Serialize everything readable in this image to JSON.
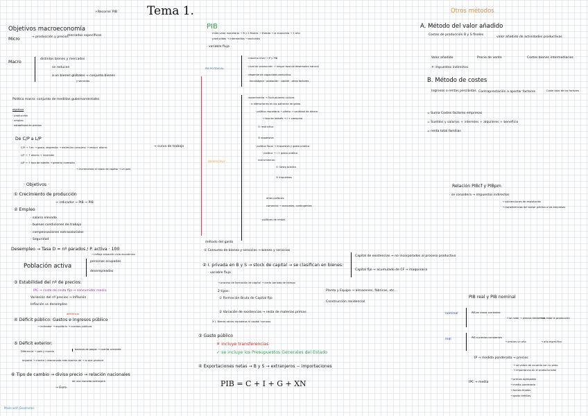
{
  "page": {
    "title": "Tema 1.",
    "top_note": "+Recorrer PIB",
    "footer": "Made with Goodnotes"
  },
  "left": {
    "heading": "Objetivos macroeconomía",
    "micro": "Micro",
    "micro_items": [
      "→ producción y precios",
      "mercados específicos"
    ],
    "macro": "Macro",
    "macro_items": [
      "distintos bienes y mercados",
      "se reducen",
      "a un bienes globales → conjunto bienes",
      "y servicios"
    ],
    "policy": "Política macro: conjunto de medidas gubernamentales",
    "objectives_label": "objetivos",
    "objectives": [
      "· producción",
      "· empleo",
      "· estabilidad de precios"
    ],
    "cp_lp": "De C/P a L/P",
    "cp_lines": [
      "C/P → ↑en → gasto, depresión → estimular consumo → reducir ahorro",
      "L/P → ↑ ahorro + inversión",
      "L/P → ↑ tipo de interés → generar inversión",
      "→ incrementar el stock de capital → un país"
    ],
    "cp_right": "→ curva de trabajo",
    "obj_heading": "· Objetivos ·",
    "obj1": "① Crecimiento de producción",
    "obj1_sub": "→ indicador → PIB → PIB",
    "obj2": "② Empleo",
    "obj2_items": [
      "· salario elevado",
      "· buenas condiciones de trabajo",
      "· compensaciones extrasalariales",
      "· Seguridad"
    ],
    "desempleo": "Desempleo → Tasa D = nº parados / P. activa · 100",
    "desempleo_note": "→ refleja situación ciclo económico",
    "poblacion": "Población activa",
    "poblacion_items": [
      "personas ocupadas",
      "desempleadas"
    ],
    "obj3": "③ Estabilidad del nº de precios:",
    "ipc": "IPC → coste de cesta fija → consumidor medio",
    "variacion": "Variación del nº precios → Inflación",
    "inflacion": "Inflación vs desempleo",
    "obj4": "④ Déficit público: Gastos e Ingresos público",
    "obj4_note": "diferencia",
    "obj4_sub": "→ indicador → equilibrio → cuentas públicas",
    "obj5": "⑤ Déficit exterior:",
    "obj5_sub": "Diferencia → país y mundo",
    "obj5_box": "balanza de pagos → cuenta corriente",
    "obj5_line": "Importa → cuenta / relacionada más reserva de → lo que produce",
    "obj6": "⑥ Tipo de cambio → divisa precio → relación nacionales",
    "obj6_sub": "de una moneda extranjera",
    "obj6_euro": "→ Euro."
  },
  "middle": {
    "heading": "PIB",
    "intro": [
      "· mide valor monetario → B y S finales → Estado → la economía → 1 año",
      "· producidas → intermedios → excluidos",
      "· variable flujo"
    ],
    "potencial": "PIB POTENCIAL",
    "potencial_items": [
      "· máximo nivel → P y PIB",
      "· nivel de producción → mayor tasa de desempleo natural",
      "· depende de capacidad productiva",
      "tecnológica · población · capital · otros factores"
    ],
    "efectivo": "PIB EFECTIVO",
    "efectivo_items": [
      "· experimenta → fluctuaciones cíclicas",
      "· a alteraciones en los patrones de gasto",
      "· política monetaria → oferta → cantidad de dinero",
      "→ tipo de interés → I + consumo",
      "① restrictiva",
      "② expansiva",
      "· política fiscal → impuestos y gasto público",
      "· política → I + gasto público",
      "instrumentos:",
      "① Gasto público",
      "② Impuestos",
      "otras políticas:",
      "comercial → aranceles, contingentes",
      "· políticas de rentas"
    ],
    "gasto_heading": "método del gasto",
    "gasto_items": [
      "① Consumo de bienes y servicios → bienes y servicios",
      "② I. privada en B y S → stock de capital → se clasifican en bienes:",
      "· variable flujo",
      "→ proceso de formación de capital → cierto periodo de tiempo",
      "2 tipos:",
      "① Formación Bruta de Capital fijo",
      "② Variación de existencias → resta de materias primas",
      "✕ I. Bienes raíces duraderos ni capital humano",
      "③ Gasto público",
      "✕ incluye transferencias",
      "✓ se incluye los Presupuestos Generales del Estado",
      "④ Exportaciones netas → B y S → extranjeros − importaciones"
    ],
    "capital_box": [
      "Capital de existencias → no incorporados al proceso productivo",
      "Capital fijo → acumulado de CF → maquinaria",
      "Planta y Equipo → almacenes, fábricas, etc...",
      "Construcción residencial"
    ],
    "formula": "PIB = C + I + G + XN"
  },
  "right": {
    "heading": "Otros métodos",
    "a_heading": "A. Método del valor añadido",
    "a_items": [
      "Costes de producción B y S finales",
      "valor añadido de actividades productivas",
      "Valor añadido",
      "Precio de vente",
      "Costes bienes intermediarios",
      "✕ impuestos indirectos"
    ],
    "b_heading": "B. Método de costes",
    "b_items": [
      "Ingresos o rentas percibidas",
      "Contraprestación a aportar factores",
      "Coste total de los factores",
      "= Suma Costes factores empresas",
      "= Sueldos y salarios + intereses + alquileres + beneficio",
      "= renta total familias"
    ],
    "relacion": "Relación PIBcf y PIBpm",
    "relacion_items": [
      "· se considera → impuestos indirectos",
      "→ subvenciones de explotación",
      "→ transferencias del sector público a las empresas"
    ],
    "real_heading": "PIB real y PIB nominal",
    "nominal_label": "nominal",
    "nominal_items": [
      "PIB en euros corrientes",
      "→ se mide → precios existentes",
      "→ se mide la producción"
    ],
    "real_label": "real",
    "real_items": [
      "PIB a precios constantes",
      "→ precios un año",
      "→ año específico"
    ],
    "ip": "IP → medida ponderada → precios",
    "ip_items": [
      "→ se valora de acuerdo con su peso",
      "→ importancia en el producto total"
    ],
    "ipc": "IPC → media",
    "ipc_items": [
      "→ precios agregados",
      "→ media ponderada",
      "→ bienes finales",
      "→ gasto familias"
    ]
  },
  "colors": {
    "accent_green": "#2ea44f",
    "accent_red": "#d62828",
    "accent_blue": "#1f5fd6",
    "accent_orange": "#f08a1c",
    "accent_purple": "#9b2fb0"
  }
}
